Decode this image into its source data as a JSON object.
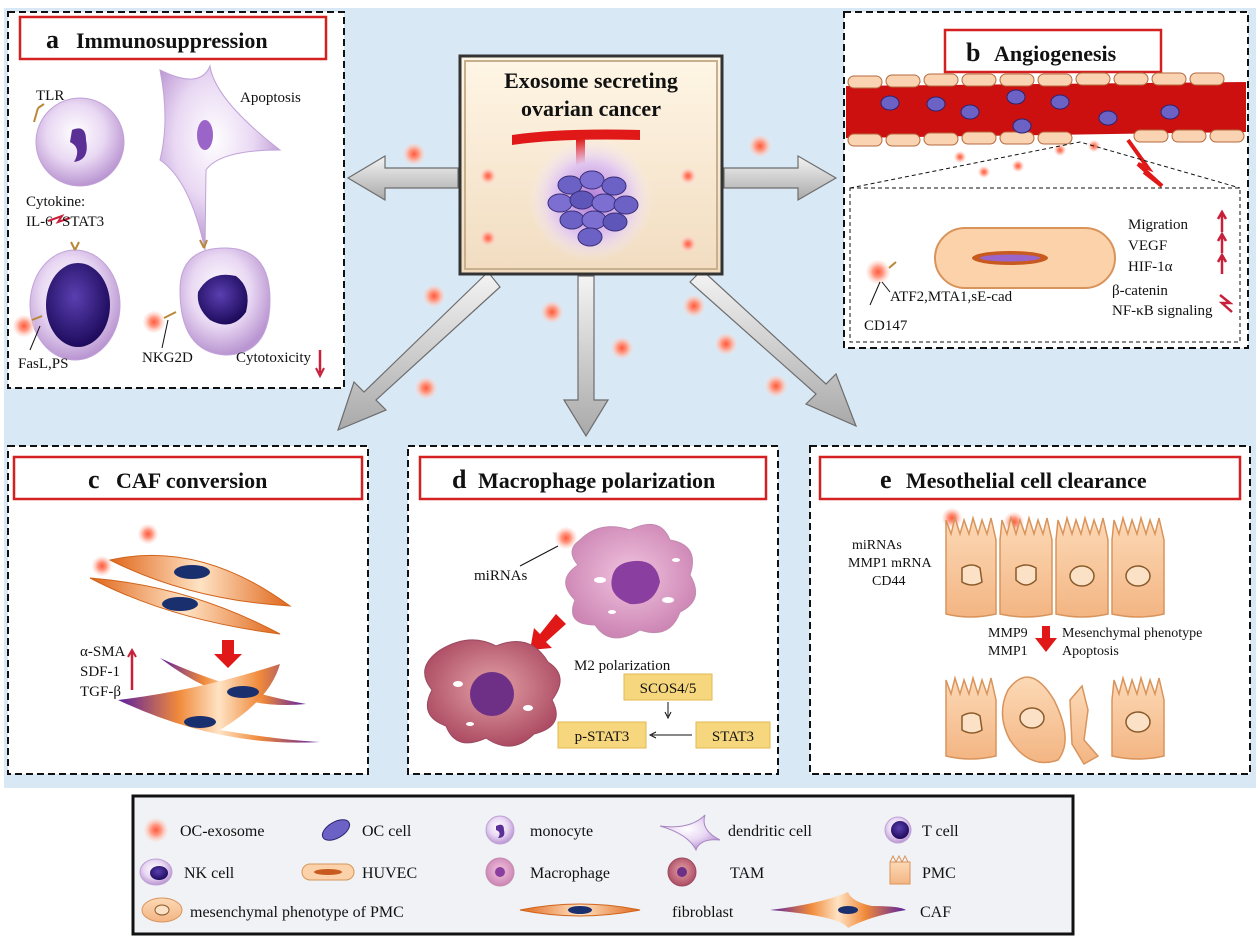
{
  "center": {
    "title_line1": "Exosome secreting",
    "title_line2": "ovarian cancer"
  },
  "panel_a": {
    "letter": "a",
    "title": "Immunosuppression",
    "tlr": "TLR",
    "apoptosis": "Apoptosis",
    "cytokine": "Cytokine:",
    "il6": "IL-6",
    "stat3": "STAT3",
    "fasl": "FasL,PS",
    "nkg2d": "NKG2D",
    "cytotoxicity": "Cytotoxicity"
  },
  "panel_b": {
    "letter": "b",
    "title": "Angiogenesis",
    "migration": "Migration",
    "vegf": "VEGF",
    "hif": "HIF-1α",
    "atf": "ATF2,MTA1,sE-cad",
    "cd147": "CD147",
    "bcatenin": "β-catenin",
    "nfkb": "NF-κB signaling"
  },
  "panel_c": {
    "letter": "c",
    "title": "CAF conversion",
    "asma": "α-SMA",
    "sdf": "SDF-1",
    "tgf": "TGF-β"
  },
  "panel_d": {
    "letter": "d",
    "title": "Macrophage polarization",
    "mirnas": "miRNAs",
    "m2": "M2 polarization",
    "scos": "SCOS4/5",
    "pstat3": "p-STAT3",
    "stat3": "STAT3"
  },
  "panel_e": {
    "letter": "e",
    "title": "Mesothelial cell clearance",
    "mirnas": "miRNAs",
    "mmp1mrna": "MMP1 mRNA",
    "cd44": "CD44",
    "mmp9": "MMP9",
    "mmp1": "MMP1",
    "mesen": "Mesenchymal phenotype",
    "apoptosis": "Apoptosis"
  },
  "legend": {
    "oc_exosome": "OC-exosome",
    "oc_cell": "OC cell",
    "monocyte": "monocyte",
    "dendritic": "dendritic cell",
    "tcell": "T cell",
    "nkcell": "NK cell",
    "huvec": "HUVEC",
    "macrophage": "Macrophage",
    "tam": "TAM",
    "pmc": "PMC",
    "mesen_pmc": "mesenchymal phenotype of PMC",
    "fibroblast": "fibroblast",
    "caf": "CAF"
  },
  "colors": {
    "background": "#d9e8f5",
    "title_border": "#d42020",
    "up_arrow": "#c8203a",
    "note_box": "#f7d77e"
  }
}
